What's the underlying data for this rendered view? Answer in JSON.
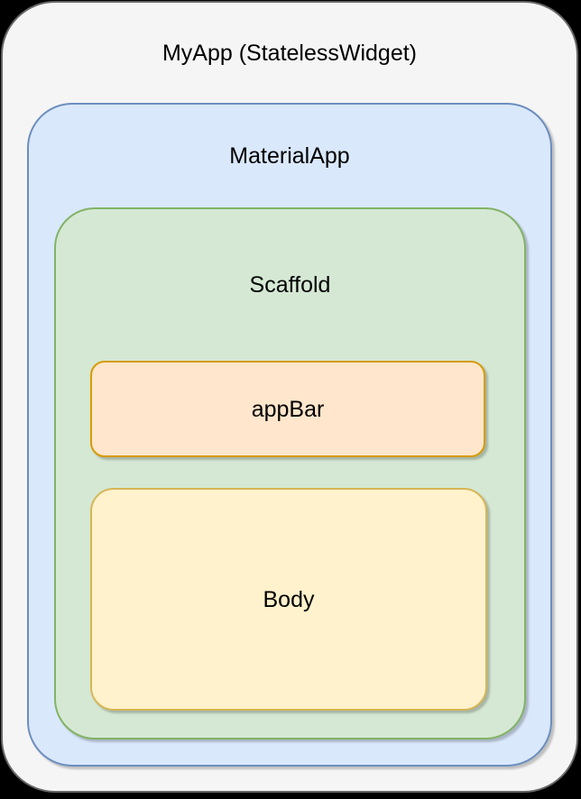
{
  "diagram": {
    "description": "Flutter widget tree nesting diagram",
    "nodes": {
      "myapp": {
        "label": "MyApp (StatelessWidget)",
        "fill": "#F5F5F5",
        "stroke": "#666666"
      },
      "materialapp": {
        "label": "MaterialApp",
        "fill": "#DAE8FC",
        "stroke": "#6C8EBF"
      },
      "scaffold": {
        "label": "Scaffold",
        "fill": "#D5E8D4",
        "stroke": "#82B366"
      },
      "appbar": {
        "label": "appBar",
        "fill": "#FFE6CC",
        "stroke": "#D79B00"
      },
      "body": {
        "label": "Body",
        "fill": "#FFF2CC",
        "stroke": "#D6B656"
      }
    },
    "colors": {
      "canvas_bg": "#000000",
      "text": "#000000"
    }
  }
}
